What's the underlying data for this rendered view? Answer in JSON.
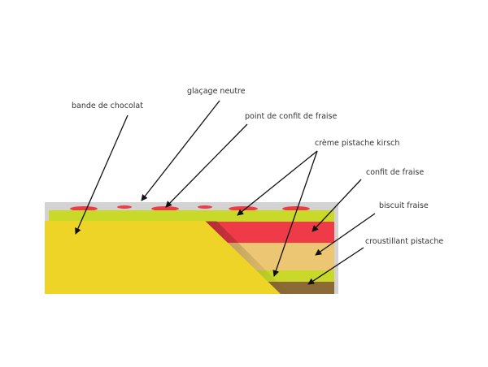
{
  "labels": {
    "bande_de_chocolat": "bande de chocolat",
    "glacage_neutre": "glaçage neutre",
    "point_de_confit": "point de confit de fraise",
    "creme_pistache": "crème pistache kirsch",
    "confit_de_fraise": "confit de fraise",
    "biscuit_fraise": "biscuit fraise",
    "croustillant_pistache": "croustillant pistache"
  },
  "colors": {
    "glaze": "#d3d3d3",
    "pistachio": "#c8d92a",
    "strawberry": "#ef3b47",
    "biscuit": "#ecc672",
    "crunch": "#8c6a35",
    "chocolate_band": "#efd428",
    "arrow": "#111111"
  }
}
